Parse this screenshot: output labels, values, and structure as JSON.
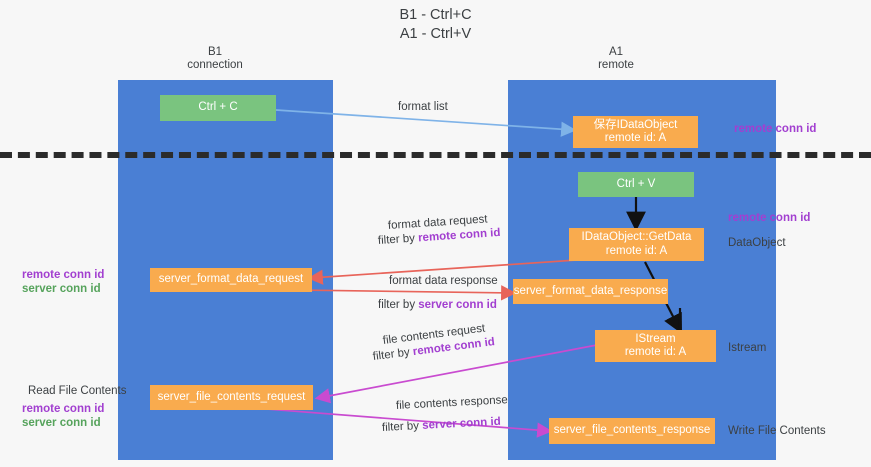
{
  "title": "B1 - Ctrl+C\nA1 - Ctrl+V",
  "lanes": [
    {
      "key": "b1",
      "header": "B1\nconnection"
    },
    {
      "key": "a1",
      "header": "A1\nremote"
    }
  ],
  "boxes": {
    "ctrl_c": "Ctrl + C",
    "save_data_object": "保存IDataObject\nremote id: A",
    "ctrl_v": "Ctrl + V",
    "get_data": "IDataObject::GetData\nremote id: A",
    "server_format_data_request": "server_format_data_request",
    "server_format_data_response": "server_format_data_response",
    "istream": "IStream\nremote id: A",
    "server_file_contents_request": "server_file_contents_request",
    "server_file_contents_response": "server_file_contents_response"
  },
  "right_labels": {
    "remote_conn_id_top": "remote conn id",
    "remote_conn_id_mid": "remote conn id",
    "data_object": "DataObject",
    "istream": "Istream",
    "write_file_contents": "Write File Contents"
  },
  "left_labels": {
    "remote_conn_id": "remote conn id",
    "server_conn_id": "server conn id",
    "read_file_contents": "Read File Contents",
    "remote_conn_id_2": "remote conn id",
    "server_conn_id_2": "server conn id"
  },
  "edges": {
    "format_list": "format list",
    "format_data_request": "format data request",
    "filter_by_remote_1_prefix": "filter by ",
    "filter_by_remote_1_em": "remote conn id",
    "format_data_response": "format data response",
    "filter_by_server_1_prefix": "filter by ",
    "filter_by_server_1_em": "server conn id",
    "file_contents_request": "file contents request",
    "filter_by_remote_2_prefix": "filter by ",
    "filter_by_remote_2_em": "remote conn id",
    "file_contents_response": "file contents response",
    "filter_by_server_2_prefix": "filter by ",
    "filter_by_server_2_em": "server conn id"
  },
  "colors": {
    "lane": "#4a7fd4",
    "green_box": "#7ac47f",
    "orange_box": "#f9ab4e",
    "purple": "#a23fd0",
    "green_text": "#56a35c",
    "arrow_blue": "#7fb3e8",
    "arrow_red": "#e8645a",
    "arrow_magenta": "#c94bd0",
    "arrow_black": "#111111",
    "divider": "#2b2b2b"
  }
}
